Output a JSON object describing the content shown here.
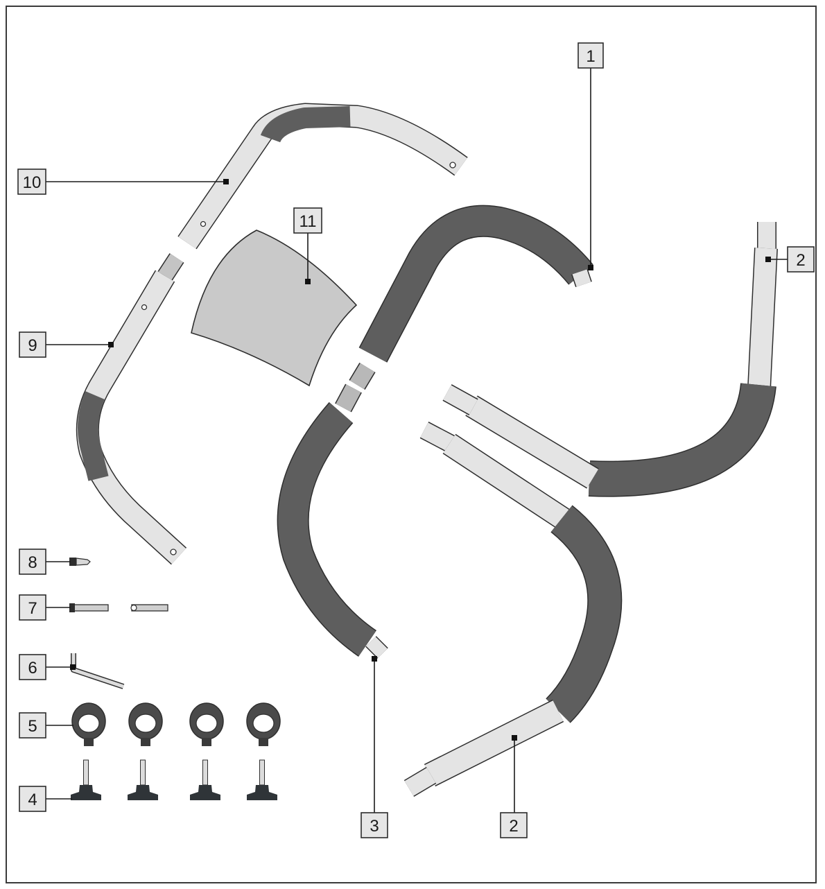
{
  "callouts": [
    {
      "id": "part-1",
      "label": "1"
    },
    {
      "id": "part-2a",
      "label": "2"
    },
    {
      "id": "part-2b",
      "label": "2"
    },
    {
      "id": "part-3",
      "label": "3"
    },
    {
      "id": "part-4",
      "label": "4"
    },
    {
      "id": "part-5",
      "label": "5"
    },
    {
      "id": "part-6",
      "label": "6"
    },
    {
      "id": "part-7",
      "label": "7"
    },
    {
      "id": "part-8",
      "label": "8"
    },
    {
      "id": "part-9",
      "label": "9"
    },
    {
      "id": "part-10",
      "label": "10"
    },
    {
      "id": "part-11",
      "label": "11"
    }
  ],
  "colors": {
    "foam": "#5e5e5e",
    "tube": "#e4e4e4",
    "canopy": "#c9c9c9",
    "knob": "#2f3438",
    "outline": "#2e2e2e"
  }
}
